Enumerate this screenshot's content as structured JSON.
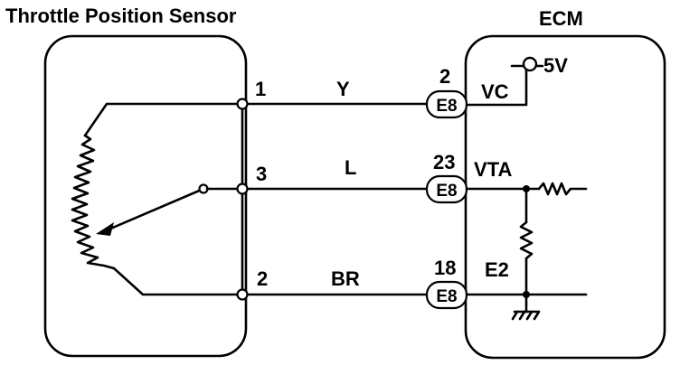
{
  "sensor": {
    "title": "Throttle Position Sensor"
  },
  "ecm": {
    "title": "ECM",
    "supply_label": "5V"
  },
  "wires": [
    {
      "pin": "1",
      "color": "Y",
      "ecm_pin": "2",
      "connector": "E8",
      "signal": "VC"
    },
    {
      "pin": "3",
      "color": "L",
      "ecm_pin": "23",
      "connector": "E8",
      "signal": "VTA"
    },
    {
      "pin": "2",
      "color": "BR",
      "ecm_pin": "18",
      "connector": "E8",
      "signal": "E2"
    }
  ]
}
